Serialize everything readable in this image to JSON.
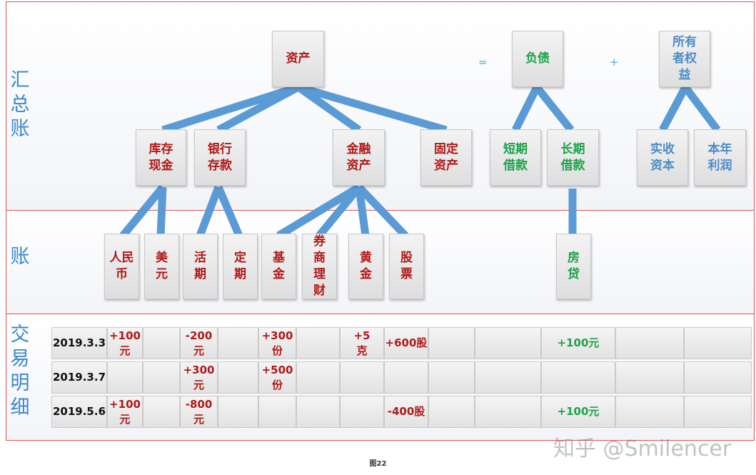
{
  "bands": {
    "summary": "汇总账",
    "ledger": "账",
    "details": "交易明细"
  },
  "equation": {
    "assets": "资产",
    "equals": "=",
    "liabilities": "负债",
    "plus": "+",
    "equity": "所有者权益"
  },
  "summary_accounts": {
    "cash": "库存现金",
    "bank": "银行存款",
    "financial": "金融资产",
    "fixed": "固定资产",
    "short_loan": "短期借款",
    "long_loan": "长期借款",
    "paid_in": "实收资本",
    "profit": "本年利润"
  },
  "ledger_accounts": {
    "rmb": "人民币",
    "usd": "美元",
    "current": "活期",
    "fixed_term": "定期",
    "fund": "基金",
    "bond": "券商理财",
    "gold": "黄金",
    "stock": "股票",
    "mortgage": "房贷"
  },
  "transactions": [
    {
      "date": "2019.3.3",
      "rmb": "+100元",
      "current": "-200元",
      "fund": "+300份",
      "gold": "+5克",
      "stock": "+600股",
      "mortgage": "+100元"
    },
    {
      "date": "2019.3.7",
      "rmb": "",
      "current": "+300元",
      "fund": "+500份",
      "gold": "",
      "stock": "",
      "mortgage": ""
    },
    {
      "date": "2019.5.6",
      "rmb": "+100元",
      "current": "-800元",
      "fund": "",
      "gold": "",
      "stock": "-400股",
      "mortgage": "+100元"
    }
  ],
  "watermark": "知乎 @Smilencer",
  "caption": "图22",
  "colors": {
    "asset_text": "#b01818",
    "liability_text": "#1ea24a",
    "equity_text": "#4a8cc8",
    "connector": "#5b9bd5",
    "band_border": "#e05050"
  }
}
